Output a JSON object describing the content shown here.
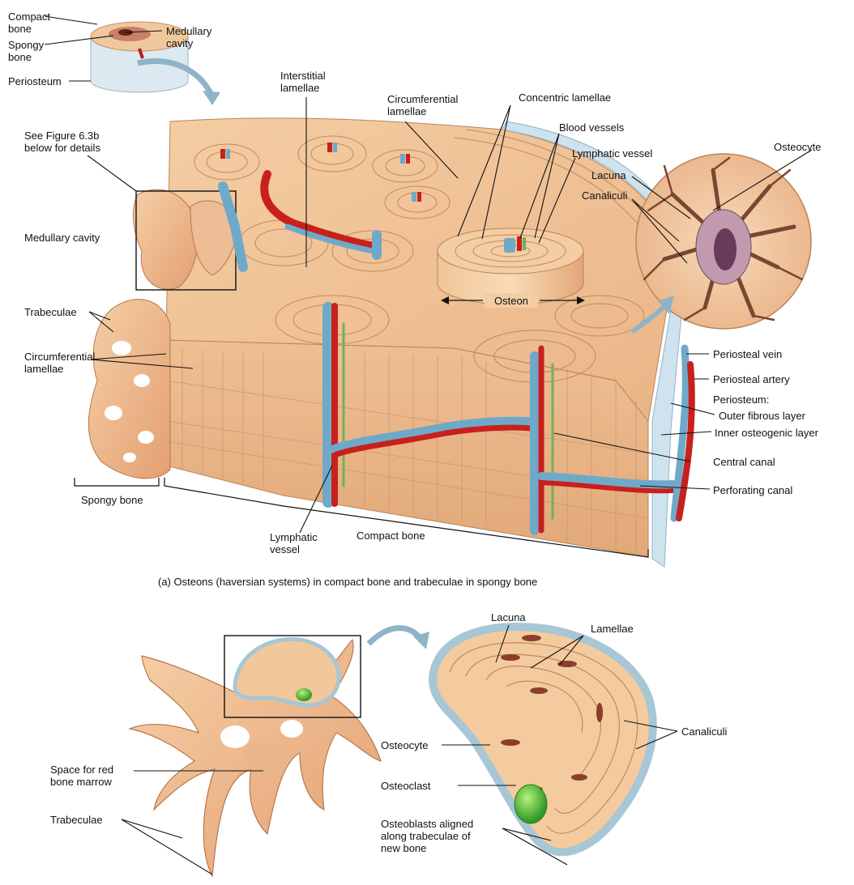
{
  "top_inset": {
    "compact_bone": [
      "Compact",
      "bone"
    ],
    "spongy_bone": [
      "Spongy",
      "bone"
    ],
    "medullary_cavity": [
      "Medullary",
      "cavity"
    ],
    "periosteum": "Periosteum"
  },
  "panel_a": {
    "caption": "(a) Osteons (haversian systems) in compact bone and trabeculae in spongy bone",
    "see_figure": [
      "See Figure 6.3b",
      "below for details"
    ],
    "medullary_cavity": "Medullary cavity",
    "trabeculae": "Trabeculae",
    "circumferential_lamellae_left": [
      "Circumferential",
      "lamellae"
    ],
    "interstitial_lamellae": [
      "Interstitial",
      "lamellae"
    ],
    "circumferential_lamellae_top": [
      "Circumferential",
      "lamellae"
    ],
    "concentric_lamellae": "Concentric lamellae",
    "blood_vessels": "Blood vessels",
    "lymphatic_vessel_top": "Lymphatic vessel",
    "osteon": "Osteon",
    "osteocyte": "Osteocyte",
    "lacuna": "Lacuna",
    "canaliculi": "Canaliculi",
    "periosteal_vein": "Periosteal vein",
    "periosteal_artery": "Periosteal artery",
    "periosteum": "Periosteum:",
    "outer_fibrous_layer": "Outer fibrous layer",
    "inner_osteogenic_layer": "Inner osteogenic layer",
    "central_canal": "Central canal",
    "perforating_canal": "Perforating canal",
    "spongy_bone": "Spongy bone",
    "compact_bone": "Compact bone",
    "lymphatic_vessel_bottom": [
      "Lymphatic",
      "vessel"
    ]
  },
  "panel_b": {
    "lacuna": "Lacuna",
    "lamellae": "Lamellae",
    "canaliculi": "Canaliculi",
    "osteocyte": "Osteocyte",
    "osteoclast": "Osteoclast",
    "osteoblasts": [
      "Osteoblasts aligned",
      "along trabeculae of",
      "new bone"
    ],
    "space_marrow": [
      "Space for red",
      "bone marrow"
    ],
    "trabeculae": "Trabeculae"
  },
  "colors": {
    "bone_light": "#f6d2a6",
    "bone_mid": "#e8b07e",
    "bone_dark": "#c98a5e",
    "spongy": "#e3a98a",
    "artery": "#c8201c",
    "vein": "#6fa9c9",
    "lymph": "#6db35b",
    "periosteum": "#bcd8e6",
    "osteoclast": "#4fb83a"
  }
}
